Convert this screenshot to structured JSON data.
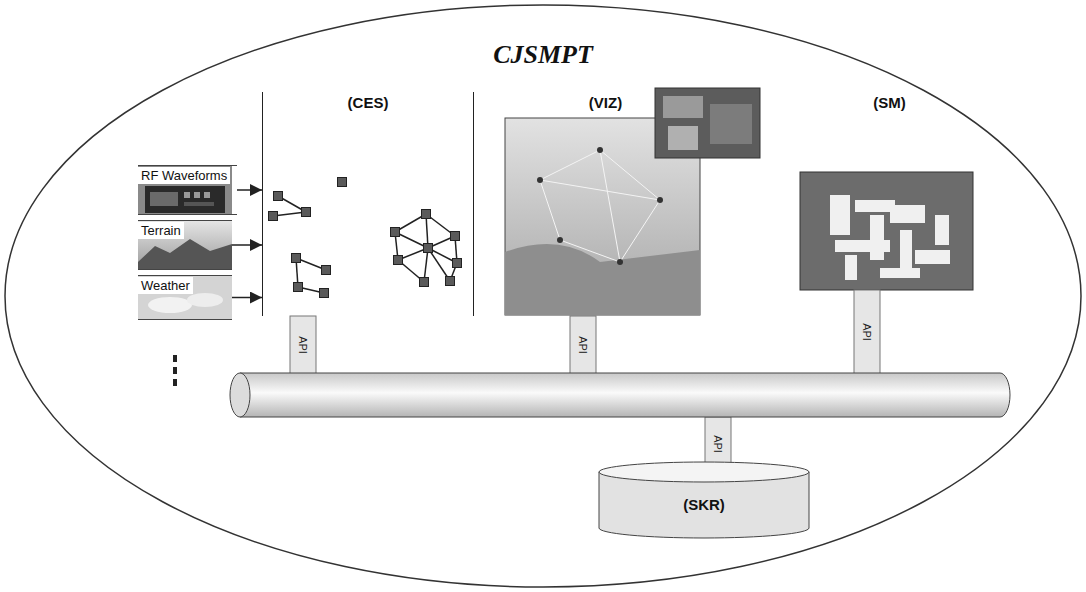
{
  "diagram": {
    "nodes": [
      {
        "text": [
          "CJSMPT"
        ]
      },
      {
        "text": [
          "RF Waveforms"
        ],
        "in": 0
      },
      {
        "text": [
          "Terrain"
        ],
        "in": 0
      },
      {
        "text": [
          "Weather"
        ],
        "in": 0
      },
      {
        "text": [
          "(CES)"
        ],
        "in": 0
      },
      {
        "text": [
          "(VIZ)"
        ],
        "in": 0
      },
      {
        "text": [
          "(SM)"
        ],
        "in": 0
      },
      {
        "text": [
          "(SKR)"
        ],
        "in": 0
      }
    ],
    "edges": [
      {
        "from": 1,
        "to": 4,
        "arrow": "to"
      },
      {
        "from": 2,
        "to": 4,
        "arrow": "to"
      },
      {
        "from": 3,
        "to": 4,
        "arrow": "to"
      }
    ],
    "labels": [
      "API",
      "API",
      "API",
      "API"
    ]
  }
}
